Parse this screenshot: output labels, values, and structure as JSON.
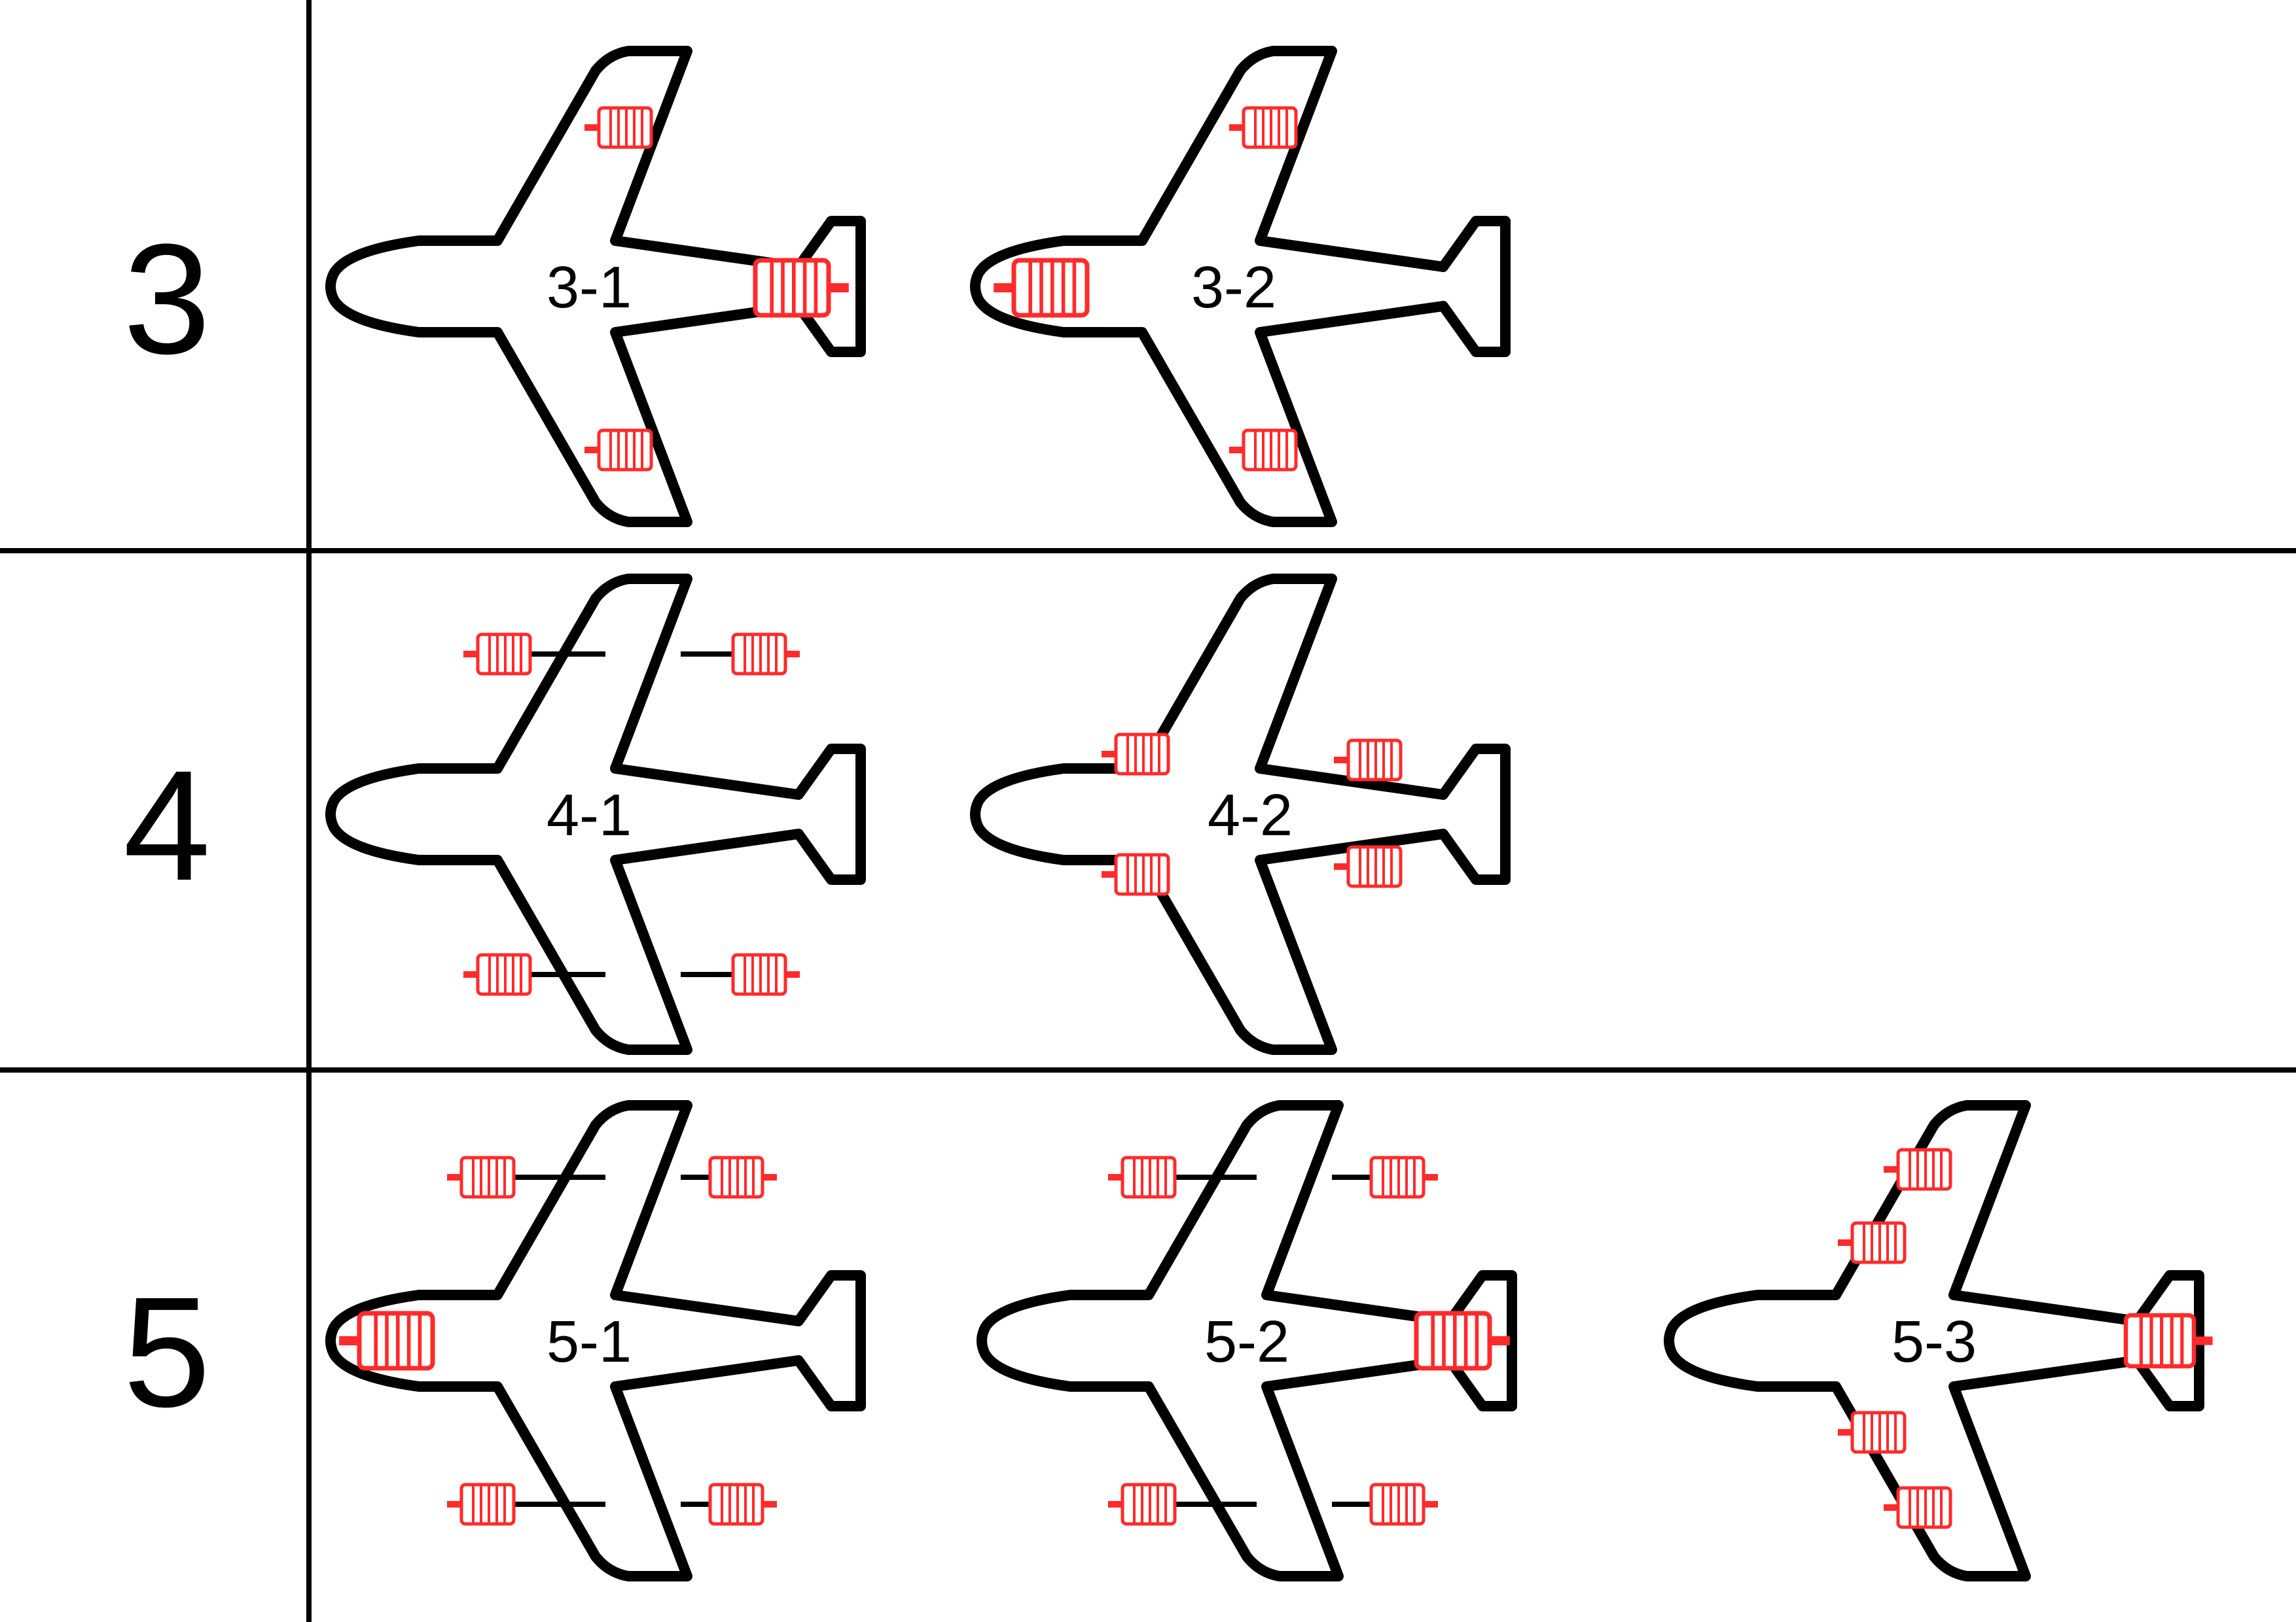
{
  "rows": [
    {
      "label": "3",
      "planes": [
        {
          "label": "3-1",
          "motors": [
            "wing-upper",
            "wing-lower",
            "tail"
          ]
        },
        {
          "label": "3-2",
          "motors": [
            "nose",
            "wing-upper",
            "wing-lower"
          ]
        }
      ]
    },
    {
      "label": "4",
      "planes": [
        {
          "label": "4-1",
          "motors": [
            "pylon-upper-outer",
            "pylon-upper-inner",
            "pylon-lower-outer",
            "pylon-lower-inner"
          ]
        },
        {
          "label": "4-2",
          "motors": [
            "wing-root-upper",
            "wing-root-lower",
            "stab-upper",
            "stab-lower"
          ]
        }
      ]
    },
    {
      "label": "5",
      "planes": [
        {
          "label": "5-1",
          "motors": [
            "nose",
            "pylon-upper-outer",
            "pylon-upper-inner",
            "pylon-lower-outer",
            "pylon-lower-inner"
          ]
        },
        {
          "label": "5-2",
          "motors": [
            "tail",
            "pylon-upper-outer",
            "pylon-upper-inner",
            "pylon-lower-outer",
            "pylon-lower-inner"
          ]
        },
        {
          "label": "5-3",
          "motors": [
            "tail",
            "wing-lead-upper-1",
            "wing-lead-upper-2",
            "wing-lead-lower-1",
            "wing-lead-lower-2"
          ]
        }
      ]
    }
  ],
  "colors": {
    "motor": "#ff2a2a",
    "outline": "#000000",
    "background": "#ffffff"
  }
}
